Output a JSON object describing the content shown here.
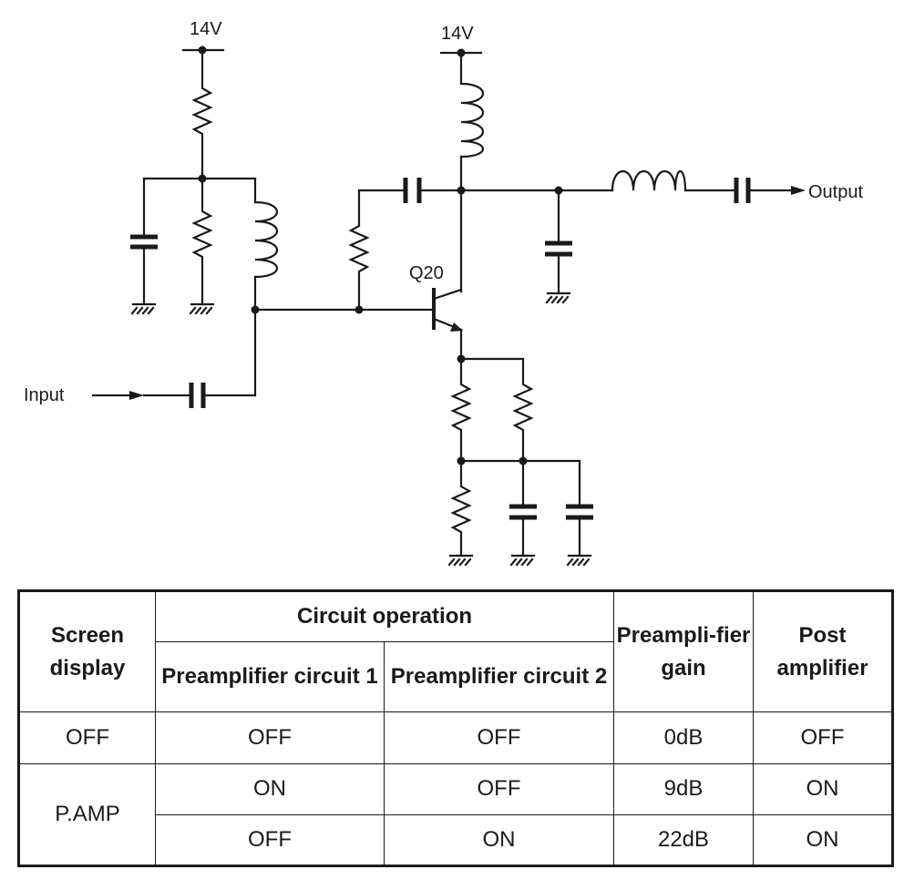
{
  "schematic": {
    "supply_left": "14V",
    "supply_right": "14V",
    "transistor": "Q20",
    "input_label": "Input",
    "output_label": "Output"
  },
  "table": {
    "headers": {
      "screen_display": "Screen display",
      "circuit_operation": "Circuit operation",
      "preamp1": "Preamplifier circuit 1",
      "preamp2": "Preamplifier circuit 2",
      "preamp_gain": "Preampli-fier gain",
      "post_amp": "Post amplifier"
    },
    "rows": [
      {
        "screen": "OFF",
        "preamp1": "OFF",
        "preamp2": "OFF",
        "gain": "0dB",
        "post": "OFF"
      },
      {
        "screen": "P.AMP",
        "preamp1": "ON",
        "preamp2": "OFF",
        "gain": "9dB",
        "post": "ON"
      },
      {
        "screen": "",
        "preamp1": "OFF",
        "preamp2": "ON",
        "gain": "22dB",
        "post": "ON"
      }
    ]
  }
}
